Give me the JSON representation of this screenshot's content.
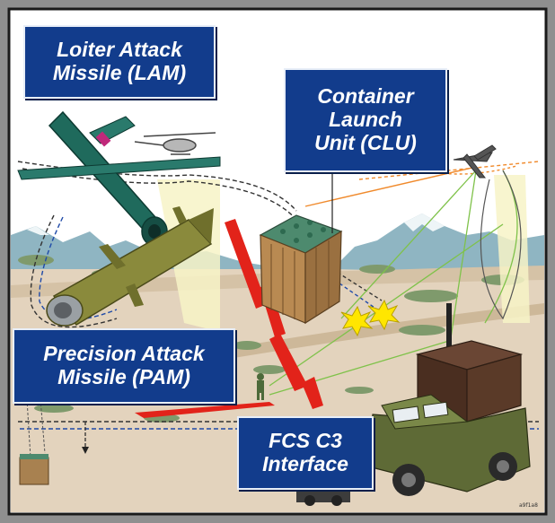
{
  "labels": {
    "lam": [
      "Loiter Attack",
      "Missile (LAM)"
    ],
    "clu": [
      "Container",
      "Launch",
      "Unit (CLU)"
    ],
    "pam": [
      "Precision Attack",
      "Missile (PAM)"
    ],
    "fcs": [
      "FCS C3",
      "Interface"
    ]
  },
  "credit": "a9f1a8",
  "colors": {
    "label_bg": "#123c8c",
    "label_border": "#e8eef8",
    "sky": "#ffffff",
    "mountains": "#8fb5c2",
    "ground": "#e3d3bd",
    "frame": "#8f8f8f",
    "lightning": "#e2231a",
    "datalink_orange": "#f08a2c",
    "datalink_green": "#7fc24a",
    "sensor_beam": "#f7f3c7",
    "explosion": "#ffe600"
  },
  "icons": [
    "lam-missile-icon",
    "pam-missile-icon",
    "container-launch-unit-icon",
    "helicopter-icon",
    "uav-icon",
    "humvee-icon",
    "soldier-icon",
    "explosion-icon",
    "lightning-bolt-icon"
  ]
}
